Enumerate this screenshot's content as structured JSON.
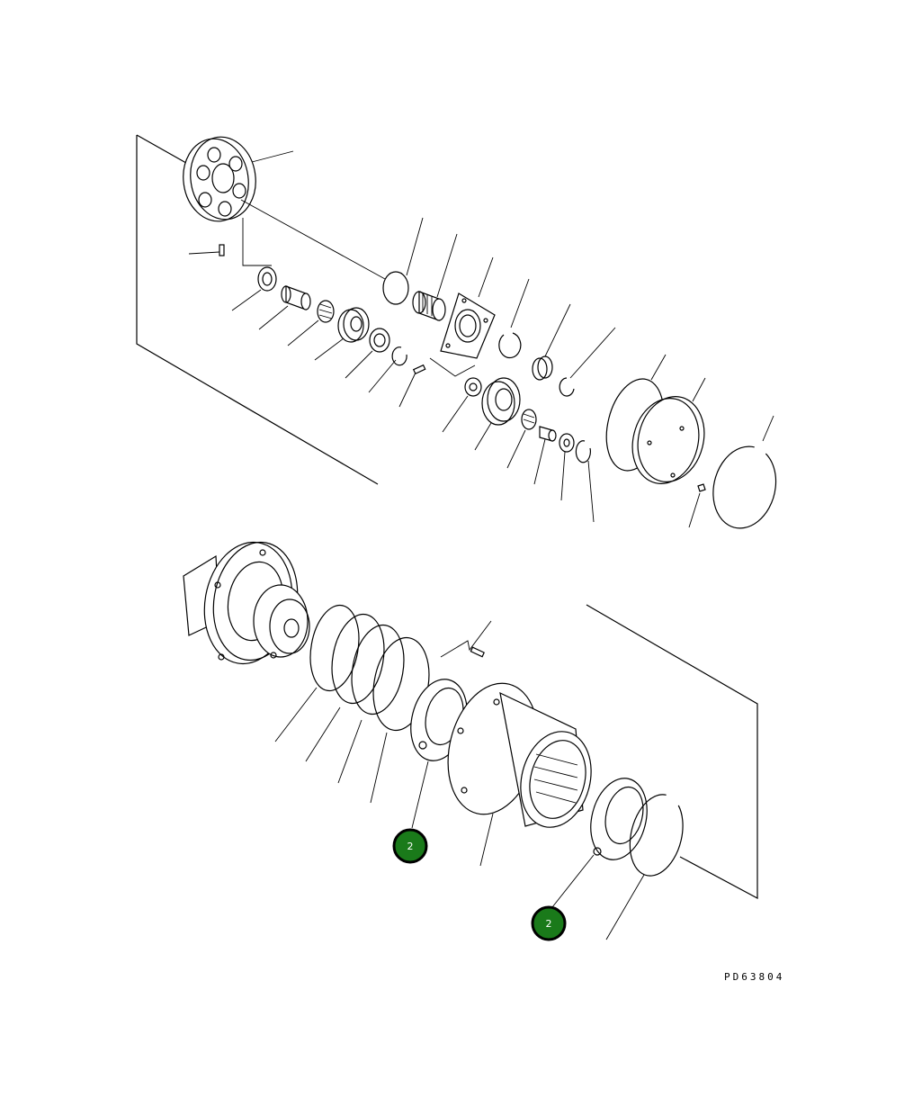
{
  "drawing": {
    "number": "PD63804"
  },
  "callouts": [
    {
      "label": "2",
      "color": "#1a7a1a"
    },
    {
      "label": "2",
      "color": "#1a7a1a"
    }
  ],
  "colors": {
    "line": "#000000",
    "background": "#ffffff",
    "callout_fill": "#1a7a1a",
    "callout_border": "#000000",
    "callout_text": "#ffffff"
  }
}
